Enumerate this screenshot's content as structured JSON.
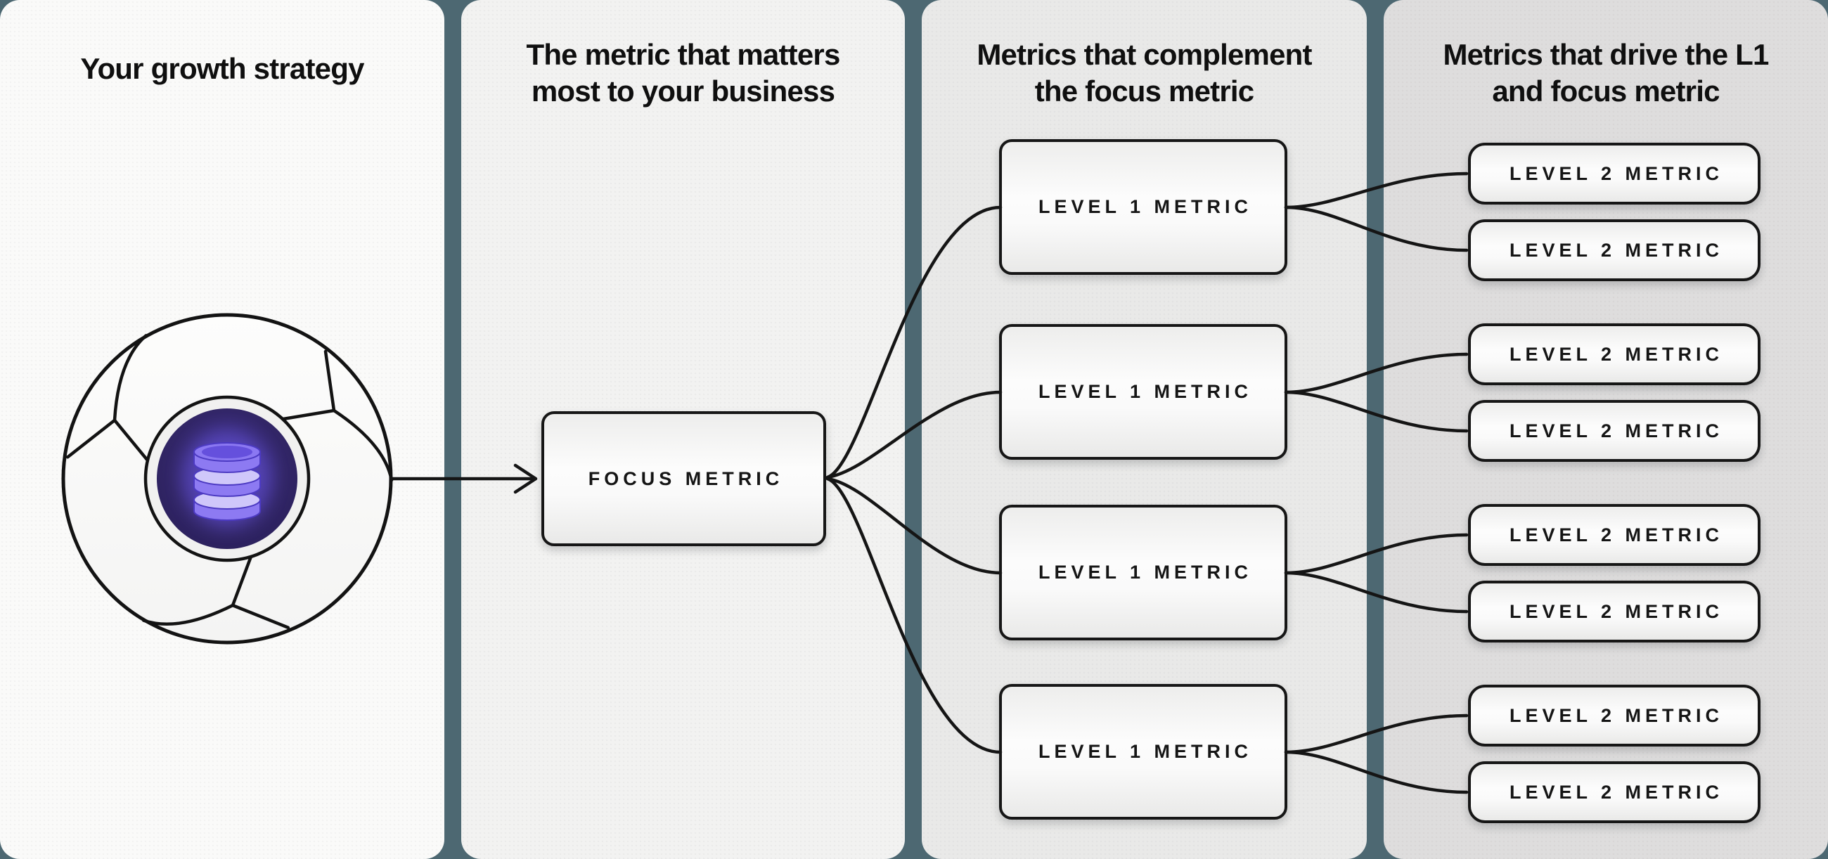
{
  "colors": {
    "background": "#4d6872",
    "ink": "#151515",
    "panel_1": "#fafaf9",
    "panel_2": "#f2f2f1",
    "panel_3": "#e9e9e8",
    "panel_4": "#dedddd",
    "hub_indigo": "#2e2363",
    "database_purple": "#8d7af2"
  },
  "icons": {
    "flywheel": "flywheel-icon",
    "database": "database-icon",
    "arrow": "arrow-right-icon"
  },
  "panels": [
    {
      "name": "growth-strategy",
      "title_lines": [
        "Your growth strategy"
      ]
    },
    {
      "name": "focus-metric",
      "title_lines": [
        "The metric that matters",
        "most to your business"
      ],
      "box_label": "FOCUS METRIC"
    },
    {
      "name": "level-1-metrics",
      "title_lines": [
        "Metrics that complement",
        "the focus metric"
      ],
      "box_labels": [
        "LEVEL 1 METRIC",
        "LEVEL 1 METRIC",
        "LEVEL 1 METRIC",
        "LEVEL 1 METRIC"
      ]
    },
    {
      "name": "level-2-metrics",
      "title_lines": [
        "Metrics that drive the L1",
        "and focus metric"
      ],
      "box_labels": [
        "LEVEL 2 METRIC",
        "LEVEL 2 METRIC",
        "LEVEL 2 METRIC",
        "LEVEL 2 METRIC",
        "LEVEL 2 METRIC",
        "LEVEL 2 METRIC",
        "LEVEL 2 METRIC",
        "LEVEL 2 METRIC"
      ]
    }
  ]
}
